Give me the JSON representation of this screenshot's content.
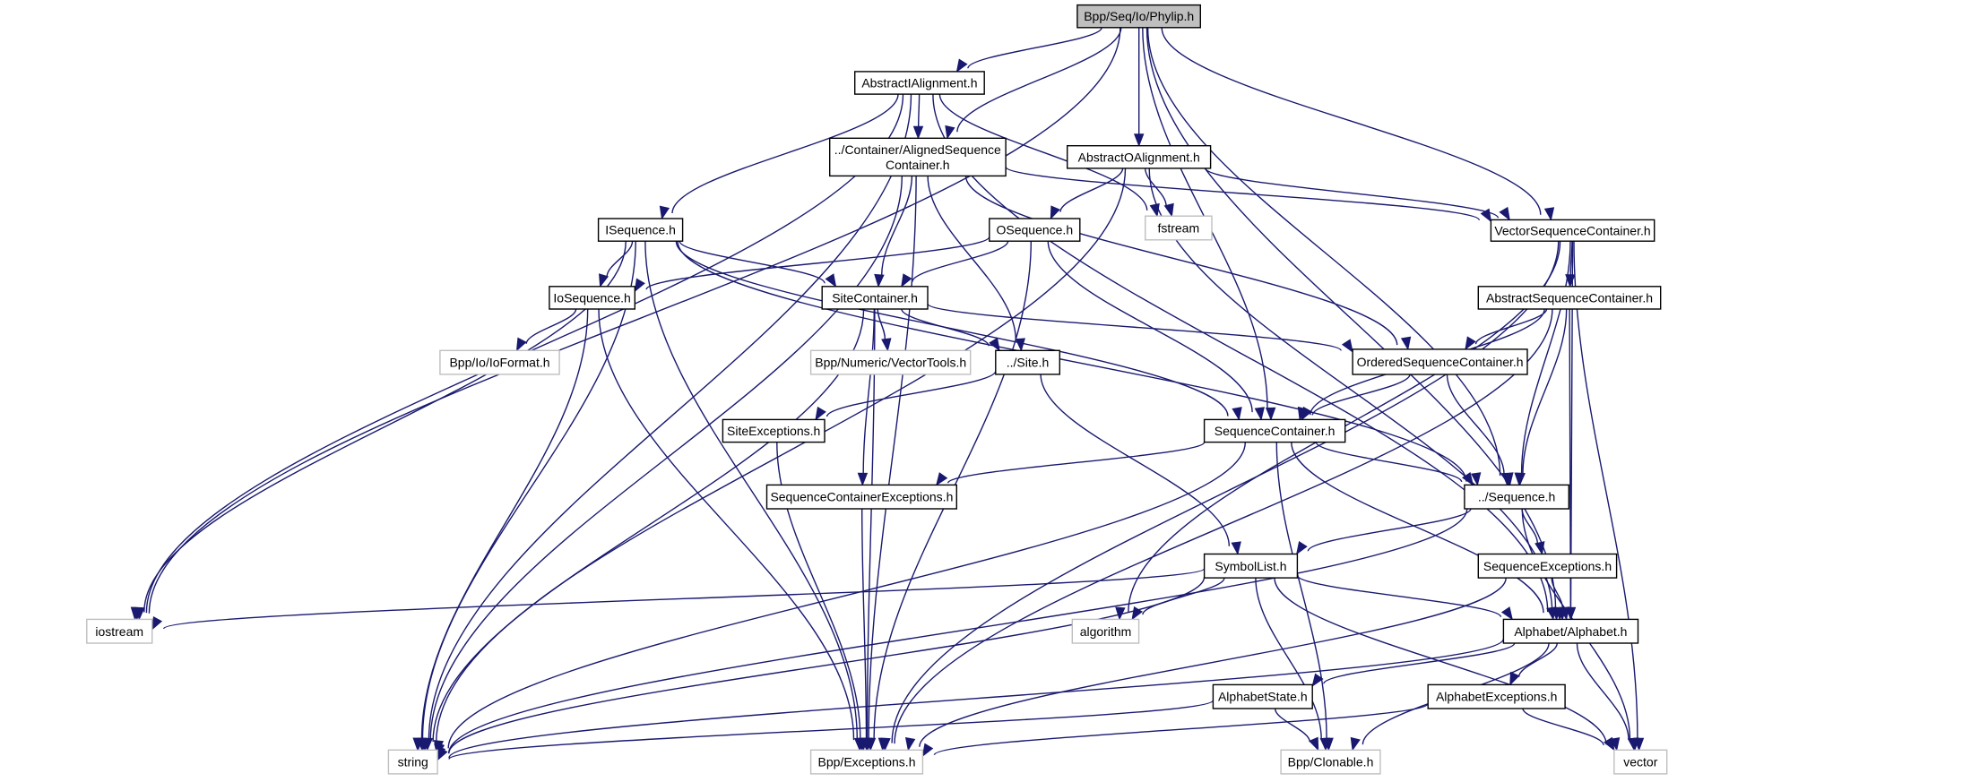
{
  "title": "Bpp/Seq/Io/Phylip.h",
  "colors": {
    "edge": "#191970",
    "root_fill": "#bfbfbf",
    "internal_border": "#000000",
    "external_border": "#bfbfbf"
  },
  "nodes": [
    {
      "id": "phylip",
      "label": [
        "Bpp/Seq/Io/Phylip.h"
      ],
      "kind": "root"
    },
    {
      "id": "abstractialignment",
      "label": [
        "AbstractIAlignment.h"
      ],
      "kind": "internal"
    },
    {
      "id": "alignedsequencecontainer",
      "label": [
        "../Container/AlignedSequence",
        "Container.h"
      ],
      "kind": "internal"
    },
    {
      "id": "abstractoalignment",
      "label": [
        "AbstractOAlignment.h"
      ],
      "kind": "internal"
    },
    {
      "id": "fstream",
      "label": [
        "fstream"
      ],
      "kind": "external"
    },
    {
      "id": "isequence",
      "label": [
        "ISequence.h"
      ],
      "kind": "internal"
    },
    {
      "id": "osequence",
      "label": [
        "OSequence.h"
      ],
      "kind": "internal"
    },
    {
      "id": "vectorsequencecontainer",
      "label": [
        "VectorSequenceContainer.h"
      ],
      "kind": "internal"
    },
    {
      "id": "abstractsequencecontainer",
      "label": [
        "AbstractSequenceContainer.h"
      ],
      "kind": "internal"
    },
    {
      "id": "iosequence",
      "label": [
        "IoSequence.h"
      ],
      "kind": "internal"
    },
    {
      "id": "sitecontainer",
      "label": [
        "SiteContainer.h"
      ],
      "kind": "internal"
    },
    {
      "id": "ioformat",
      "label": [
        "Bpp/Io/IoFormat.h"
      ],
      "kind": "external"
    },
    {
      "id": "vectortools",
      "label": [
        "Bpp/Numeric/VectorTools.h"
      ],
      "kind": "external"
    },
    {
      "id": "site",
      "label": [
        "../Site.h"
      ],
      "kind": "internal"
    },
    {
      "id": "orderedsequencecontainer",
      "label": [
        "OrderedSequenceContainer.h"
      ],
      "kind": "internal"
    },
    {
      "id": "siteexceptions",
      "label": [
        "SiteExceptions.h"
      ],
      "kind": "internal"
    },
    {
      "id": "sequencecontainer",
      "label": [
        "SequenceContainer.h"
      ],
      "kind": "internal"
    },
    {
      "id": "sequencecontainerexceptions",
      "label": [
        "SequenceContainerExceptions.h"
      ],
      "kind": "internal"
    },
    {
      "id": "sequence",
      "label": [
        "../Sequence.h"
      ],
      "kind": "internal"
    },
    {
      "id": "symbollist",
      "label": [
        "SymbolList.h"
      ],
      "kind": "internal"
    },
    {
      "id": "sequenceexceptions",
      "label": [
        "SequenceExceptions.h"
      ],
      "kind": "internal"
    },
    {
      "id": "iostream",
      "label": [
        "iostream"
      ],
      "kind": "external"
    },
    {
      "id": "algorithm",
      "label": [
        "algorithm"
      ],
      "kind": "external"
    },
    {
      "id": "alphabet",
      "label": [
        "Alphabet/Alphabet.h"
      ],
      "kind": "internal"
    },
    {
      "id": "alphabetstate",
      "label": [
        "AlphabetState.h"
      ],
      "kind": "internal"
    },
    {
      "id": "alphabetexceptions",
      "label": [
        "AlphabetExceptions.h"
      ],
      "kind": "internal"
    },
    {
      "id": "string",
      "label": [
        "string"
      ],
      "kind": "external"
    },
    {
      "id": "exceptions",
      "label": [
        "Bpp/Exceptions.h"
      ],
      "kind": "external"
    },
    {
      "id": "clonable",
      "label": [
        "Bpp/Clonable.h"
      ],
      "kind": "external"
    },
    {
      "id": "vector",
      "label": [
        "vector"
      ],
      "kind": "external"
    }
  ],
  "edges": [
    [
      "phylip",
      "abstractialignment"
    ],
    [
      "phylip",
      "alignedsequencecontainer"
    ],
    [
      "phylip",
      "abstractoalignment"
    ],
    [
      "phylip",
      "sequencecontainer"
    ],
    [
      "phylip",
      "vectorsequencecontainer"
    ],
    [
      "phylip",
      "sequence"
    ],
    [
      "phylip",
      "iostream"
    ],
    [
      "phylip",
      "alphabet"
    ],
    [
      "abstractialignment",
      "alignedsequencecontainer"
    ],
    [
      "abstractialignment",
      "isequence"
    ],
    [
      "abstractialignment",
      "fstream"
    ],
    [
      "abstractialignment",
      "iostream"
    ],
    [
      "abstractialignment",
      "string"
    ],
    [
      "abstractialignment",
      "alphabet"
    ],
    [
      "alignedsequencecontainer",
      "sitecontainer"
    ],
    [
      "alignedsequencecontainer",
      "site"
    ],
    [
      "alignedsequencecontainer",
      "orderedsequencecontainer"
    ],
    [
      "alignedsequencecontainer",
      "vectorsequencecontainer"
    ],
    [
      "alignedsequencecontainer",
      "string"
    ],
    [
      "alignedsequencecontainer",
      "exceptions"
    ],
    [
      "abstractoalignment",
      "osequence"
    ],
    [
      "abstractoalignment",
      "fstream"
    ],
    [
      "abstractoalignment",
      "vectorsequencecontainer"
    ],
    [
      "abstractoalignment",
      "string"
    ],
    [
      "abstractoalignment",
      "alphabet"
    ],
    [
      "isequence",
      "iosequence"
    ],
    [
      "isequence",
      "sitecontainer"
    ],
    [
      "isequence",
      "sequencecontainer"
    ],
    [
      "isequence",
      "sequence"
    ],
    [
      "isequence",
      "iostream"
    ],
    [
      "isequence",
      "string"
    ],
    [
      "isequence",
      "exceptions"
    ],
    [
      "osequence",
      "iosequence"
    ],
    [
      "osequence",
      "sitecontainer"
    ],
    [
      "osequence",
      "sequencecontainer"
    ],
    [
      "osequence",
      "exceptions"
    ],
    [
      "vectorsequencecontainer",
      "abstractsequencecontainer"
    ],
    [
      "vectorsequencecontainer",
      "sequence"
    ],
    [
      "vectorsequencecontainer",
      "alphabet"
    ],
    [
      "vectorsequencecontainer",
      "algorithm"
    ],
    [
      "vectorsequencecontainer",
      "exceptions"
    ],
    [
      "vectorsequencecontainer",
      "vector"
    ],
    [
      "abstractsequencecontainer",
      "orderedsequencecontainer"
    ],
    [
      "abstractsequencecontainer",
      "sequencecontainer"
    ],
    [
      "abstractsequencecontainer",
      "sequence"
    ],
    [
      "abstractsequencecontainer",
      "alphabet"
    ],
    [
      "abstractsequencecontainer",
      "exceptions"
    ],
    [
      "iosequence",
      "ioformat"
    ],
    [
      "iosequence",
      "string"
    ],
    [
      "iosequence",
      "exceptions"
    ],
    [
      "sitecontainer",
      "vectortools"
    ],
    [
      "sitecontainer",
      "site"
    ],
    [
      "sitecontainer",
      "orderedsequencecontainer"
    ],
    [
      "sitecontainer",
      "sequencecontainerexceptions"
    ],
    [
      "sitecontainer",
      "string"
    ],
    [
      "sitecontainer",
      "exceptions"
    ],
    [
      "site",
      "siteexceptions"
    ],
    [
      "site",
      "symbollist"
    ],
    [
      "orderedsequencecontainer",
      "sequencecontainer"
    ],
    [
      "orderedsequencecontainer",
      "sequence"
    ],
    [
      "siteexceptions",
      "exceptions"
    ],
    [
      "sequencecontainer",
      "sequence"
    ],
    [
      "sequencecontainer",
      "sequencecontainerexceptions"
    ],
    [
      "sequencecontainer",
      "alphabet"
    ],
    [
      "sequencecontainer",
      "clonable"
    ],
    [
      "sequencecontainer",
      "string"
    ],
    [
      "sequencecontainerexceptions",
      "exceptions"
    ],
    [
      "sequence",
      "symbollist"
    ],
    [
      "sequence",
      "sequenceexceptions"
    ],
    [
      "sequence",
      "vector"
    ],
    [
      "sequence",
      "string"
    ],
    [
      "symbollist",
      "alphabet"
    ],
    [
      "symbollist",
      "algorithm"
    ],
    [
      "symbollist",
      "iostream"
    ],
    [
      "symbollist",
      "string"
    ],
    [
      "symbollist",
      "clonable"
    ],
    [
      "symbollist",
      "vector"
    ],
    [
      "sequenceexceptions",
      "alphabet"
    ],
    [
      "sequenceexceptions",
      "exceptions"
    ],
    [
      "alphabet",
      "alphabetstate"
    ],
    [
      "alphabet",
      "alphabetexceptions"
    ],
    [
      "alphabet",
      "clonable"
    ],
    [
      "alphabet",
      "vector"
    ],
    [
      "alphabet",
      "string"
    ],
    [
      "alphabetstate",
      "clonable"
    ],
    [
      "alphabetstate",
      "string"
    ],
    [
      "alphabetexceptions",
      "exceptions"
    ],
    [
      "alphabetexceptions",
      "vector"
    ]
  ]
}
